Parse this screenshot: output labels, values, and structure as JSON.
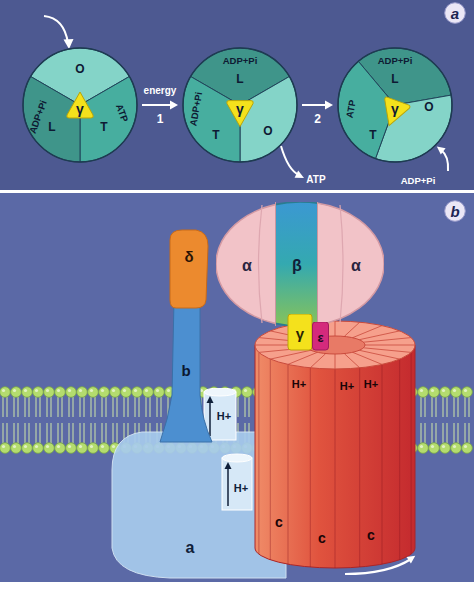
{
  "diagram": {
    "nodes": [
      {
        "text": [
          "a"
        ]
      },
      {
        "text": [
          "O",
          "L",
          "ADP+Pi",
          "T",
          "ATP"
        ]
      },
      {
        "text": [
          "γ"
        ],
        "in": 1
      },
      {
        "text": [
          "ADP+Pi",
          "L",
          "ADP+Pi",
          "T",
          "O"
        ]
      },
      {
        "text": [
          "γ"
        ],
        "in": 3
      },
      {
        "text": [
          "ADP+Pi",
          "L",
          "ATP",
          "T",
          "O"
        ]
      },
      {
        "text": [
          "γ"
        ],
        "in": 5
      },
      {
        "text": [
          "b"
        ]
      },
      {
        "text": [
          "α"
        ]
      },
      {
        "text": [
          "β"
        ]
      },
      {
        "text": [
          "α"
        ]
      },
      {
        "text": [
          "δ"
        ]
      },
      {
        "text": [
          "γ"
        ]
      },
      {
        "text": [
          "ε"
        ]
      },
      {
        "text": [
          "b"
        ]
      },
      {
        "text": [
          "a"
        ]
      },
      {
        "text": [
          "H+",
          "H+",
          "H+",
          "c",
          "c",
          "c"
        ]
      }
    ],
    "edges": [
      {
        "from": 1,
        "to": 3,
        "arrow": "to",
        "label": "1"
      },
      {
        "from": 3,
        "to": 5,
        "arrow": "to",
        "label": "2"
      }
    ],
    "labels": [
      "energy",
      "ATP",
      "ADP+Pi",
      "H+",
      "H+"
    ]
  }
}
